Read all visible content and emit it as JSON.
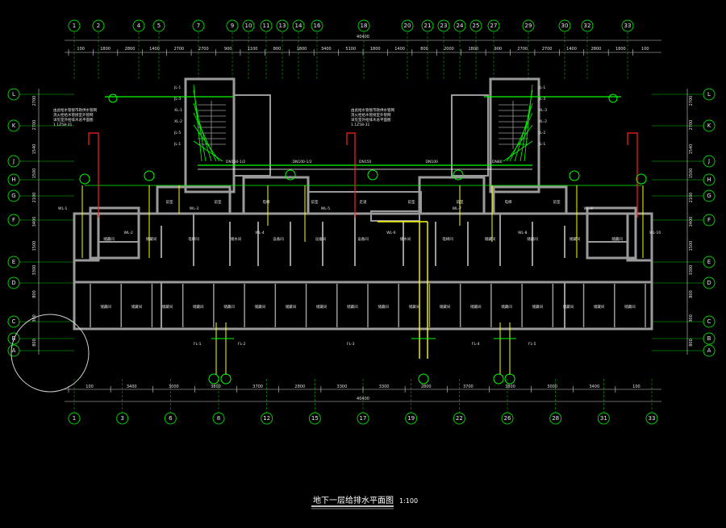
{
  "drawing": {
    "title": "地下一层给排水平面图",
    "scale": "1:100"
  },
  "axes": {
    "top": [
      "1",
      "2",
      "4",
      "5",
      "7",
      "9",
      "10",
      "11",
      "13",
      "14",
      "16",
      "18",
      "20",
      "21",
      "23",
      "24",
      "25",
      "27",
      "29",
      "30",
      "32",
      "33"
    ],
    "bottom": [
      "1",
      "3",
      "6",
      "8",
      "12",
      "15",
      "17",
      "19",
      "22",
      "26",
      "28",
      "31",
      "33"
    ],
    "left": [
      "L",
      "K",
      "J",
      "H",
      "G",
      "F",
      "E",
      "D",
      "C",
      "B",
      "A"
    ],
    "right": [
      "L",
      "K",
      "J",
      "H",
      "G",
      "F",
      "E",
      "D",
      "C",
      "B",
      "A"
    ]
  },
  "dimensions": {
    "top_total": "40400",
    "top_segments": [
      "100",
      "1800",
      "2800",
      "1400",
      "2700",
      "2700",
      "900",
      "1100",
      "800",
      "1800",
      "3400",
      "5100",
      "1800",
      "1400",
      "800",
      "2000",
      "1800",
      "900",
      "2700",
      "2700",
      "1400",
      "2800",
      "1800",
      "100"
    ],
    "bottom_total": "40400",
    "bottom_segments": [
      "100",
      "3400",
      "3000",
      "3800",
      "3700",
      "2800",
      "3300",
      "3300",
      "2800",
      "3700",
      "3800",
      "3000",
      "3400",
      "100"
    ],
    "left_segments": [
      "2700",
      "2700",
      "1540",
      "1500",
      "2100",
      "3400",
      "1500",
      "3300",
      "800",
      "300",
      "800"
    ],
    "right_segments": [
      "2700",
      "2700",
      "1540",
      "1500",
      "2100",
      "3400",
      "1500",
      "3300",
      "800",
      "300",
      "800"
    ]
  },
  "rooms": {
    "upper": [
      "前室",
      "前室",
      "电梯",
      "前室",
      "走道",
      "前室",
      "前室",
      "电梯",
      "前室"
    ],
    "middle": [
      "储藏间",
      "储藏间",
      "电梯间",
      "储水间",
      "设备间",
      "设备间",
      "设备间",
      "储水间",
      "电梯间",
      "储藏间",
      "储藏间",
      "储藏间",
      "储藏间"
    ],
    "lower": [
      "储藏间",
      "储藏间",
      "储藏间",
      "储藏间",
      "储藏间",
      "储藏间",
      "储藏间",
      "储藏间",
      "储藏间",
      "储藏间",
      "储藏间",
      "储藏间",
      "储藏间",
      "储藏间",
      "储藏间",
      "储藏间",
      "储藏间",
      "储藏间"
    ]
  },
  "pipe_labels": {
    "risers_left": [
      "JL-1",
      "JL-3",
      "XL-1",
      "XL-2",
      "JL-5",
      "JL-1"
    ],
    "risers_right": [
      "JL-1",
      "JL-3",
      "XL-3",
      "XL-2",
      "JL-2",
      "JL-1"
    ],
    "mains": [
      "DN150-1/2",
      "DN100-1/2",
      "DN150",
      "DN100",
      "DN80"
    ],
    "drains": [
      "WL-1",
      "WL-2",
      "WL-3",
      "WL-4",
      "WL-5",
      "WL-6",
      "WL-7",
      "WL-8",
      "WL-9",
      "WL-10"
    ],
    "floor_drains": [
      "FL-1",
      "FL-2",
      "FL-3",
      "FL-4",
      "FL-5"
    ]
  },
  "notes": {
    "left": [
      "由此给水管接市政供水管网",
      "消火栓给水管接室外管网",
      "详见室外给排水总平面图",
      "1.1Z58-31"
    ],
    "right": [
      "由此给水管接市政供水管网",
      "消火栓给水管接室外管网",
      "详见室外给排水总平面图",
      "1.1Z58-31"
    ]
  },
  "colors": {
    "background": "#000000",
    "wall": "#9a9a9a",
    "axis": "#00cc00",
    "water_pipe": "#00ff00",
    "fire_pipe": "#ff2020",
    "drain_pipe": "#ffff00",
    "text": "#e8e8e8",
    "dimension": "#d0d0d0"
  }
}
